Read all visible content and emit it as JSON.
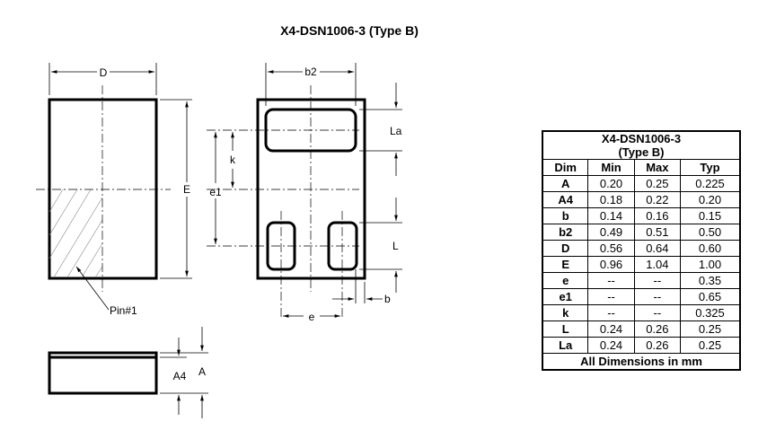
{
  "title": "X4-DSN1006-3 (Type B)",
  "labels": {
    "D": "D",
    "E": "E",
    "b2": "b2",
    "La": "La",
    "k": "k",
    "e1": "e1",
    "L": "L",
    "b": "b",
    "e": "e",
    "pin1": "Pin#1",
    "A4": "A4",
    "A": "A"
  },
  "table": {
    "header_line1": "X4-DSN1006-3",
    "header_line2": "(Type B)",
    "columns": [
      "Dim",
      "Min",
      "Max",
      "Typ"
    ],
    "rows": [
      [
        "A",
        "0.20",
        "0.25",
        "0.225"
      ],
      [
        "A4",
        "0.18",
        "0.22",
        "0.20"
      ],
      [
        "b",
        "0.14",
        "0.16",
        "0.15"
      ],
      [
        "b2",
        "0.49",
        "0.51",
        "0.50"
      ],
      [
        "D",
        "0.56",
        "0.64",
        "0.60"
      ],
      [
        "E",
        "0.96",
        "1.04",
        "1.00"
      ],
      [
        "e",
        "--",
        "--",
        "0.35"
      ],
      [
        "e1",
        "--",
        "--",
        "0.65"
      ],
      [
        "k",
        "--",
        "--",
        "0.325"
      ],
      [
        "L",
        "0.24",
        "0.26",
        "0.25"
      ],
      [
        "La",
        "0.24",
        "0.26",
        "0.25"
      ]
    ],
    "footer": "All Dimensions in mm"
  }
}
